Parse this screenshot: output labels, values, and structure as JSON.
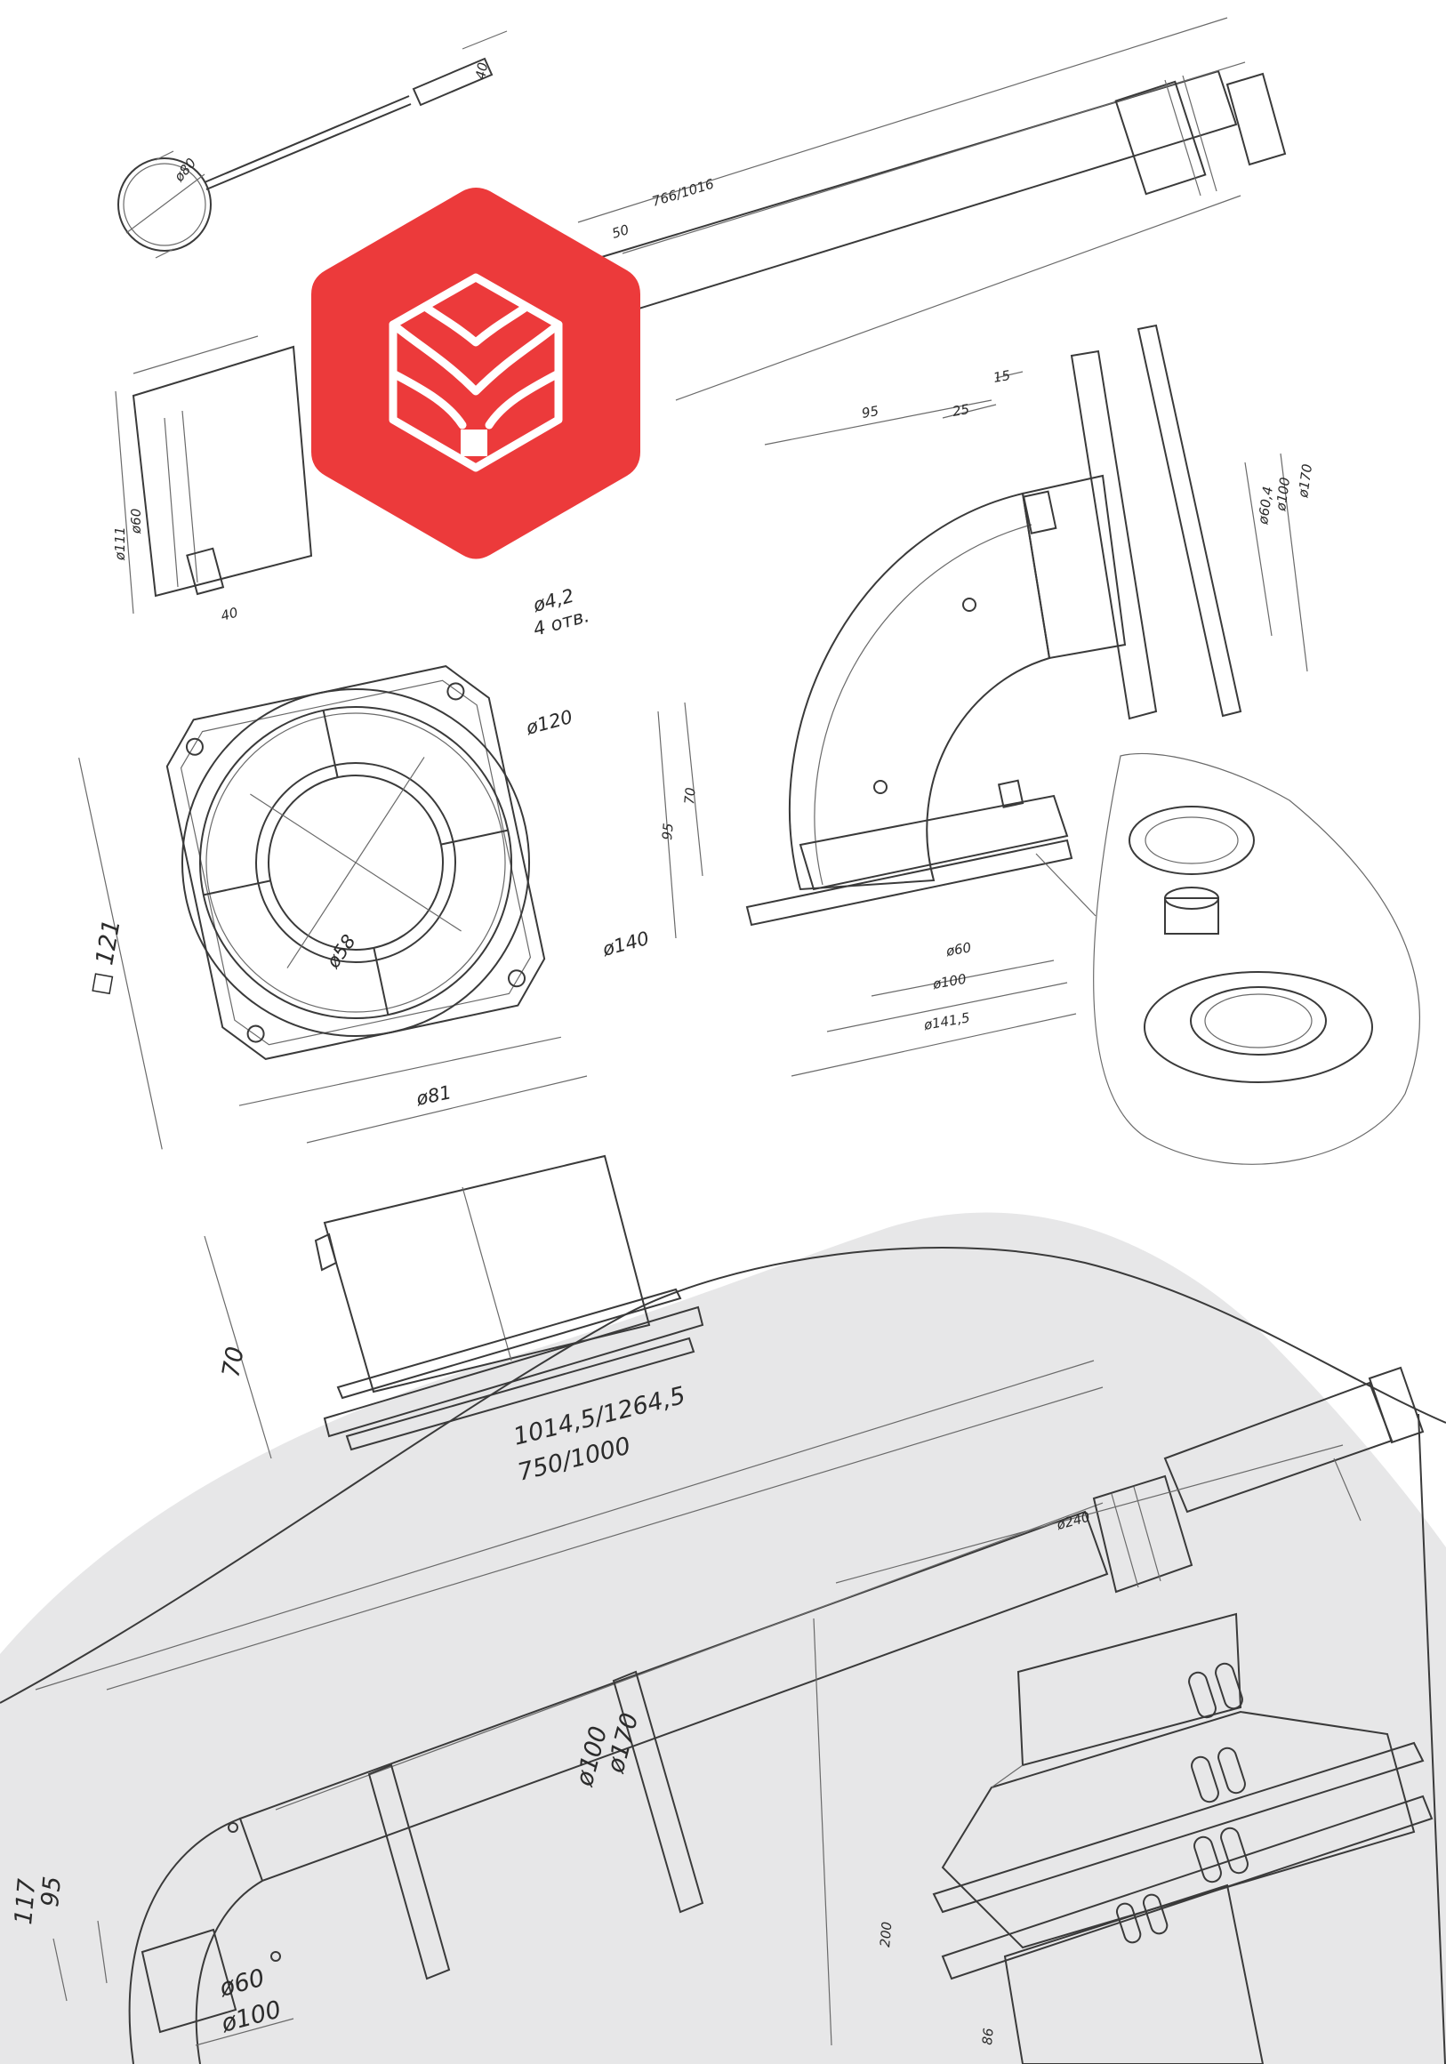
{
  "brand": {
    "accent": "#ec3a3b",
    "logo": "hexagon-house-logo"
  },
  "clamp": {
    "dim_top": "40",
    "dim_diameter": "ø80"
  },
  "pipe_top": {
    "dim_length": "766/1016",
    "dim_short": "50"
  },
  "side_piece": {
    "dim_d1": "ø111",
    "dim_d2": "ø60",
    "dim_w": "40"
  },
  "flange": {
    "hole": "ø4,2",
    "hole_count": "4 отв.",
    "d120": "ø120",
    "d140": "ø140",
    "d58": "ø58",
    "d81": "ø81",
    "square": "□ 121"
  },
  "elbow": {
    "d15": "15",
    "d25": "25",
    "d95_top": "95",
    "d95_side": "95",
    "d70": "70",
    "d60": "ø60",
    "d100": "ø100",
    "d141": "ø141,5",
    "d60_4": "ø60,4",
    "d100r": "ø100",
    "d170r": "ø170"
  },
  "adapter": {
    "d70": "70"
  },
  "kit": {
    "len_total": "1014,5/1264,5",
    "len_pipe": "750/1000",
    "d100": "ø100",
    "d170": "ø170",
    "d117": "117",
    "d95": "95",
    "d60": "ø60",
    "d100b": "ø100"
  },
  "terminal": {
    "d240": "ø240",
    "d200": "200",
    "d86": "86"
  }
}
